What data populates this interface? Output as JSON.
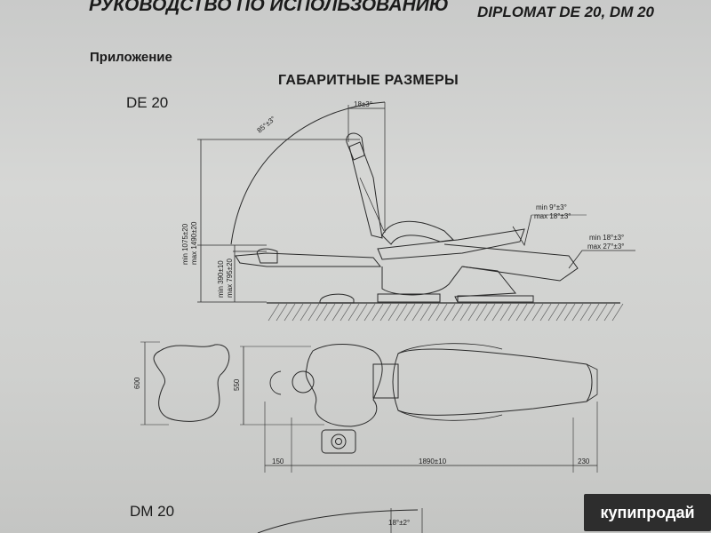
{
  "header": {
    "title_left": "РУКОВОДСТВО ПО ИСПОЛЬЗОВАНИЮ",
    "title_right": "DIPLOMAT DE 20, DM 20"
  },
  "appendix_label": "Приложение",
  "section_title": "ГАБАРИТНЫЕ РАЗМЕРЫ",
  "models": {
    "first": "DE 20",
    "second": "DM 20"
  },
  "side_view": {
    "angle_backrest": "85°±3°",
    "angle_headrest": "18±3°",
    "seat_angle_min": "min 9°±3°",
    "seat_angle_max": "max 18°±3°",
    "leg_angle_min": "min 18°±3°",
    "leg_angle_max": "max 27°±3°",
    "height_total_min": "min 1075±20",
    "height_total_max": "max 1490±20",
    "height_seat_min": "min 390±10",
    "height_seat_max": "max 795±20"
  },
  "top_view": {
    "headrest_width": "600",
    "seat_width": "550",
    "dim_left": "150",
    "dim_length": "1890±10",
    "dim_right": "230"
  },
  "second_drawing": {
    "angle_partial": "18°±2°"
  },
  "watermark": "купипродай"
}
